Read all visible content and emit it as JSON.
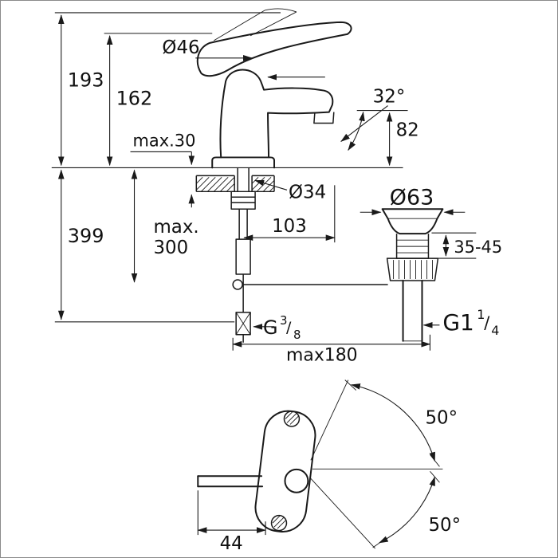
{
  "drawing": {
    "colors": {
      "line": "#1a1a1a",
      "background": "#ffffff"
    },
    "side_view": {
      "overall_height": "193",
      "height_to_handle": "162",
      "handle_diameter": "Ø46",
      "handle_angle": "32°",
      "spout_height": "82",
      "max_deck_thickness": "max.30",
      "hole_diameter": "Ø34",
      "height_below_deck": "399",
      "popup_rod_max_label": "max.",
      "popup_rod_max_value": "300",
      "spout_projection": "103",
      "waste_flange_diameter": "Ø63",
      "waste_adjust_range": "35-45",
      "supply_thread_prefix": "G",
      "supply_thread_numerator": "3",
      "supply_thread_slash": "/",
      "supply_thread_denominator": "8",
      "waste_thread_prefix": "G1",
      "waste_thread_numerator": "1",
      "waste_thread_slash": "/",
      "waste_thread_denominator": "4",
      "max_distance": "max180"
    },
    "top_view": {
      "swivel_angle_upper": "50°",
      "swivel_angle_lower": "50°",
      "spout_width": "44"
    }
  }
}
